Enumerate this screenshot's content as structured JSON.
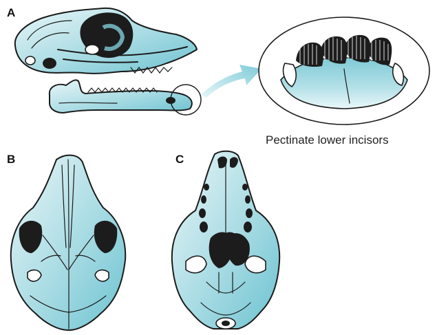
{
  "figure": {
    "panels": [
      {
        "label": "A"
      },
      {
        "label": "B"
      },
      {
        "label": "C"
      }
    ],
    "inset_caption": "Pectinate lower incisors",
    "colors": {
      "bone_light": "#e8f6f8",
      "bone_mid": "#a8dbe3",
      "bone_dark": "#6cc3d1",
      "arrow": "#8fd3de",
      "ink": "#1a1a1a"
    }
  }
}
